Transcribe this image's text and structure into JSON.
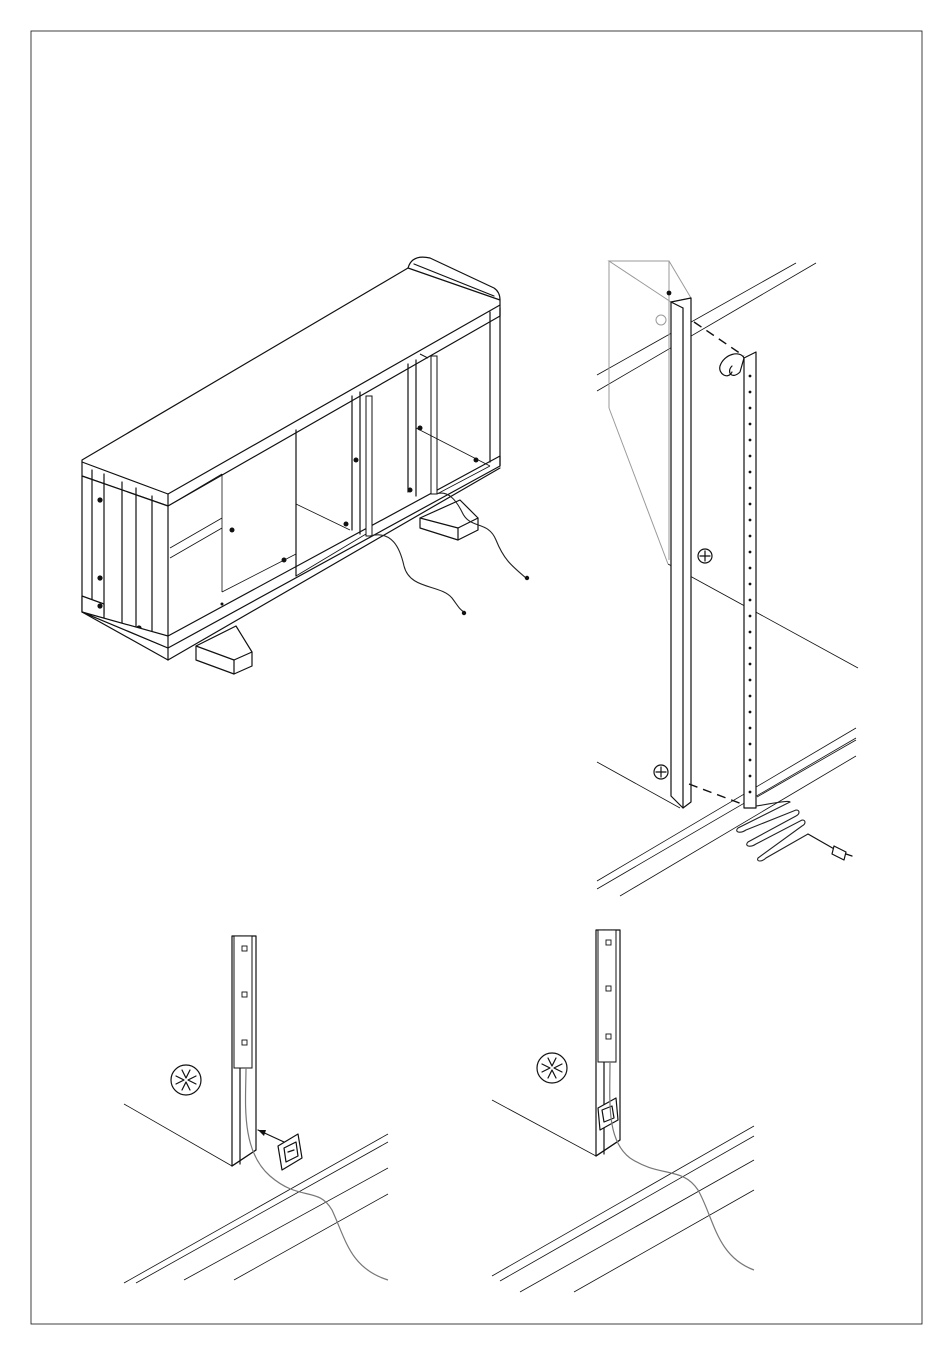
{
  "figure": {
    "panels": [
      {
        "id": "cabinet-overview",
        "content": "cabinet-with-led-strips"
      },
      {
        "id": "strip-detail",
        "content": "led-strip-on-side-panel"
      },
      {
        "id": "connector-step-1",
        "content": "plug-connector-into-socket"
      },
      {
        "id": "connector-step-2",
        "content": "connector-inserted"
      }
    ],
    "icons": [
      "screw-head-icon",
      "socket-icon",
      "plug-connector-icon"
    ]
  }
}
